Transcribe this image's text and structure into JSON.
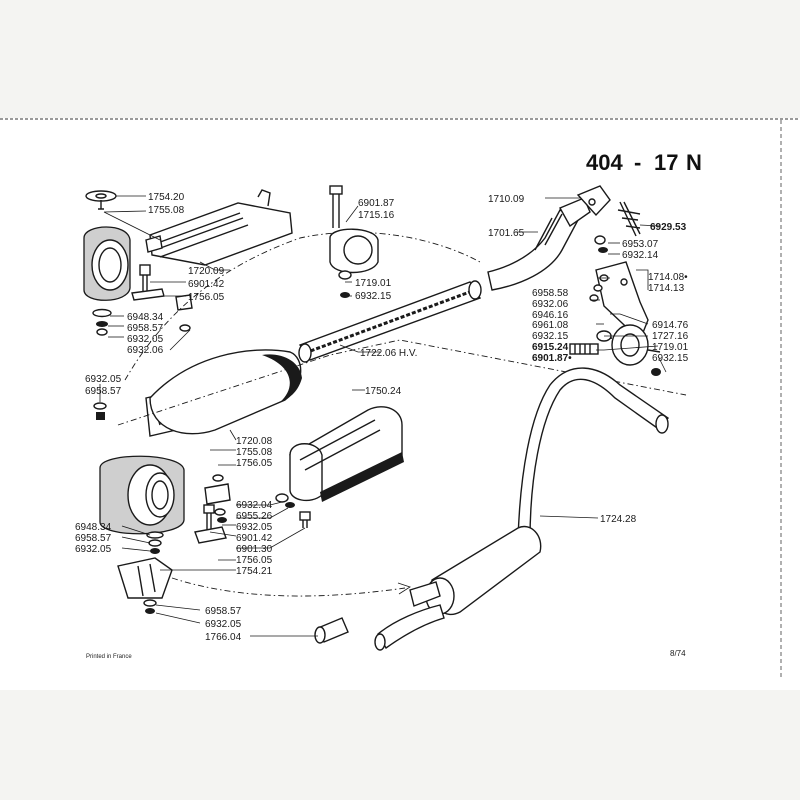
{
  "header": {
    "model": "404",
    "separator": "-",
    "group": "17",
    "section": "N"
  },
  "footer": {
    "printed": "Printed in France",
    "date": "8/74"
  },
  "labels": {
    "l1754_20": "1754.20",
    "l1755_08a": "1755.08",
    "l1720_09": "1720.09",
    "l6901_42a": "6901.42",
    "l1756_05a": "1756.05",
    "l6948_34a": "6948.34",
    "l6958_57a": "6958.57",
    "l6932_05a": "6932.05",
    "l6932_06a": "6932.06",
    "l6932_05b": "6932.05",
    "l6958_57b": "6958.57",
    "l6901_87a": "6901.87",
    "l1715_16": "1715.16",
    "l1719_01a": "1719.01",
    "l6932_15a": "6932.15",
    "l1722_06": "1722.06 H.V.",
    "l1710_09": "1710.09",
    "l1701_65": "1701.65",
    "l6929_53": "6929.53",
    "l6953_07": "6953.07",
    "l6932_14": "6932.14",
    "l1714_08": "1714.08•",
    "l1714_13": "1714.13",
    "l6958_58": "6958.58",
    "l6932_06b": "6932.06",
    "l6946_16": "6946.16",
    "l6914_76": "6914.76",
    "l6961_08": "6961.08",
    "l1727_16": "1727.16",
    "l6932_15b": "6932.15",
    "l1719_01b": "1719.01",
    "l6915_24": "6915.24",
    "l6932_15c": "6932.15",
    "l6901_87b": "6901.87•",
    "l1720_08": "1720.08",
    "l1755_08b": "1755.08",
    "l1756_05b": "1756.05",
    "l1750_24": "1750.24",
    "l6932_04": "6932.04",
    "l6955_26": "6955.26",
    "l6932_05c": "6932.05",
    "l6901_42b": "6901.42",
    "l6901_30": "6901.30",
    "l1756_05c": "1756.05",
    "l1754_21": "1754.21",
    "l6948_34b": "6948.34",
    "l6958_57c": "6958.57",
    "l6932_05d": "6932.05",
    "l1724_28": "1724.28",
    "l6958_57d": "6958.57",
    "l6932_05e": "6932.05",
    "l1766_04": "1766.04"
  }
}
